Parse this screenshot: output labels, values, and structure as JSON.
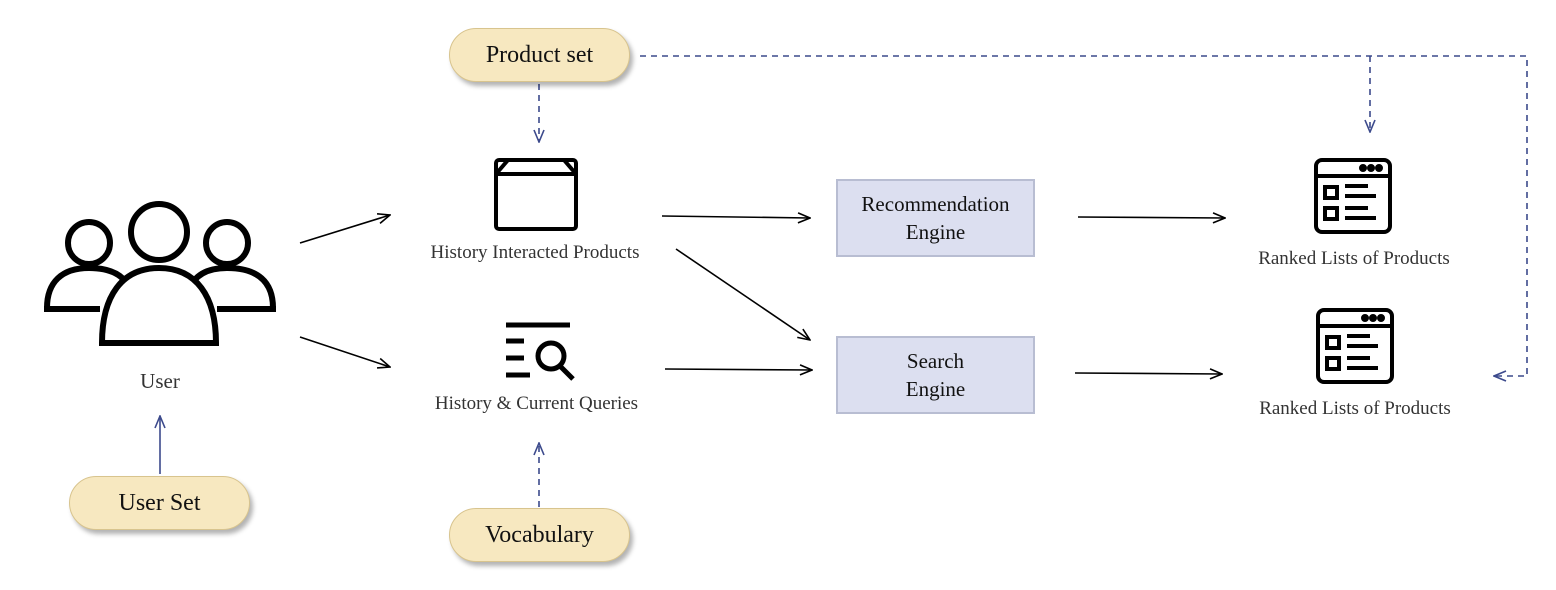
{
  "user": {
    "label": "User"
  },
  "pills": {
    "product_set": "Product set",
    "user_set": "User Set",
    "vocabulary": "Vocabulary"
  },
  "inputs": {
    "history_products": "History Interacted Products",
    "queries": "History & Current Queries"
  },
  "engines": {
    "recommendation": {
      "line1": "Recommendation",
      "line2": "Engine"
    },
    "search": {
      "line1": "Search",
      "line2": "Engine"
    }
  },
  "outputs": {
    "ranked_top": "Ranked Lists of Products",
    "ranked_bottom": "Ranked Lists of Products"
  },
  "colors": {
    "dashed_arrow": "#3c4a8c",
    "solid_arrow": "#000000",
    "pill_fill": "#f7e8c0",
    "engine_fill": "#dcdff0"
  },
  "icons": [
    "users-icon",
    "box-icon",
    "search-list-icon",
    "ranked-list-icon"
  ]
}
